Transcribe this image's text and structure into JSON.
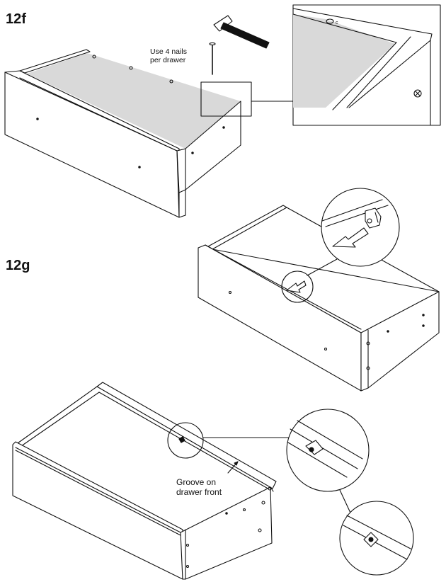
{
  "steps": {
    "f": {
      "label": "12f",
      "note_line1": "Use 4 nails",
      "note_line2": "per drawer"
    },
    "g": {
      "label": "12g"
    },
    "h": {
      "callout_line1": "Groove on",
      "callout_line2": "drawer front"
    }
  },
  "icons": [
    "hammer-icon",
    "nail-icon",
    "screw-icon",
    "arrow-icon",
    "bracket-icon"
  ],
  "colors": {
    "line": "#111111",
    "panel_fill": "#d9d9d9",
    "background": "#ffffff"
  }
}
